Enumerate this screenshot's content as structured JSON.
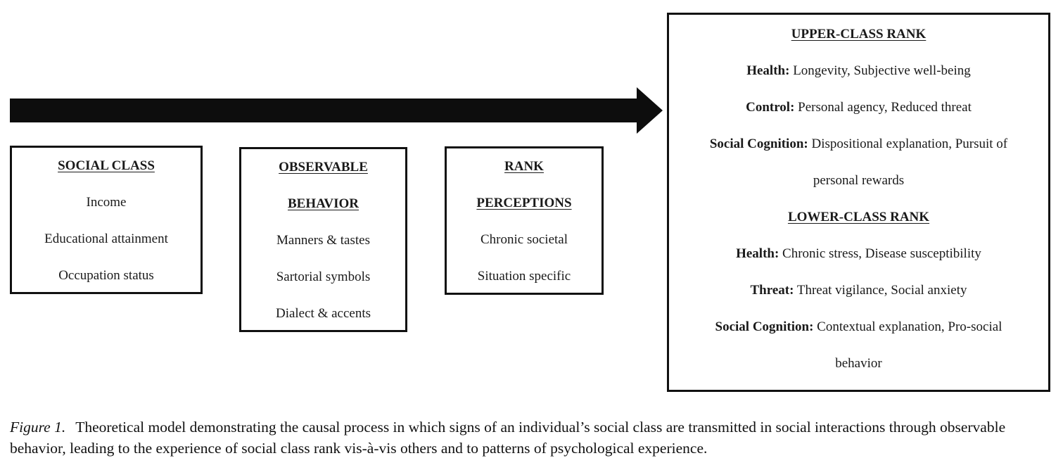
{
  "boxes": {
    "social_class": {
      "title": "SOCIAL CLASS",
      "items": [
        "Income",
        "Educational attainment",
        "Occupation status"
      ]
    },
    "observable_behavior": {
      "title_line1": "OBSERVABLE",
      "title_line2": "BEHAVIOR",
      "items": [
        "Manners & tastes",
        "Sartorial symbols",
        "Dialect & accents"
      ]
    },
    "rank_perceptions": {
      "title_line1": "RANK",
      "title_line2": "PERCEPTIONS",
      "items": [
        "Chronic societal",
        "Situation specific"
      ]
    },
    "outcomes": {
      "upper_title": "UPPER-CLASS RANK",
      "upper": [
        {
          "label": "Health:",
          "text": "Longevity, Subjective well-being"
        },
        {
          "label": "Control:",
          "text": "Personal agency, Reduced threat"
        },
        {
          "label": "Social Cognition:",
          "text": "Dispositional explanation, Pursuit of",
          "cont": "personal rewards"
        }
      ],
      "lower_title": "LOWER-CLASS RANK",
      "lower": [
        {
          "label": "Health:",
          "text": "Chronic stress, Disease susceptibility"
        },
        {
          "label": "Threat:",
          "text": "Threat vigilance, Social anxiety"
        },
        {
          "label": "Social Cognition:",
          "text": "Contextual explanation, Pro-social",
          "cont": "behavior"
        }
      ]
    }
  },
  "caption": {
    "figure_label": "Figure 1.",
    "text": "Theoretical model demonstrating the causal process in which signs of an individual’s social class are transmitted in social interactions through observable behavior, leading to the experience of social class rank vis-à-vis others and to patterns of psychological experience."
  },
  "colors": {
    "stroke": "#111111",
    "background": "#ffffff"
  }
}
